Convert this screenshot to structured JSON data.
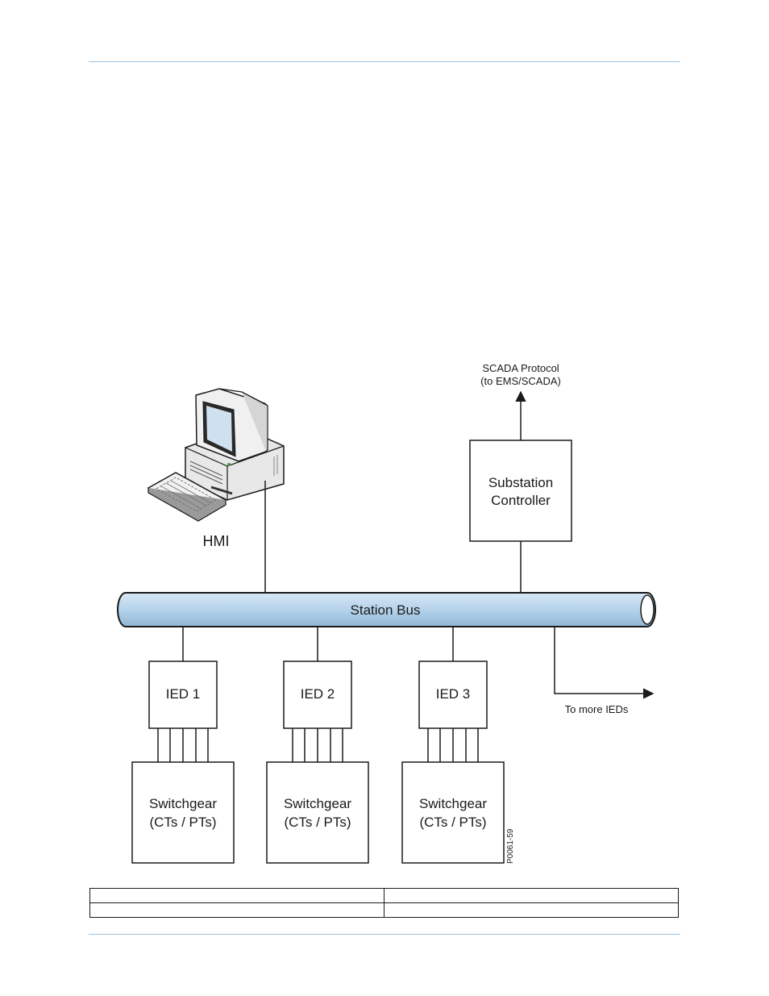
{
  "diagram": {
    "scada_line1": "SCADA Protocol",
    "scada_line2": "(to EMS/SCADA)",
    "controller_line1": "Substation",
    "controller_line2": "Controller",
    "hmi_label": "HMI",
    "bus_label": "Station Bus",
    "ieds": [
      {
        "label": "IED 1",
        "switchgear_line1": "Switchgear",
        "switchgear_line2": "(CTs / PTs)"
      },
      {
        "label": "IED 2",
        "switchgear_line1": "Switchgear",
        "switchgear_line2": "(CTs / PTs)"
      },
      {
        "label": "IED 3",
        "switchgear_line1": "Switchgear",
        "switchgear_line2": "(CTs / PTs)"
      }
    ],
    "more_ieds_label": "To more IEDs",
    "figure_code": "P0061-59"
  },
  "table": {
    "rows": [
      [
        "",
        ""
      ],
      [
        "",
        ""
      ]
    ]
  },
  "colors": {
    "rule": "#9fbfdc",
    "bus_fill": "#b5d3ea",
    "bus_stroke": "#1a1a1a",
    "computer_body": "#e8e8e8",
    "screen": "#cfe0ee"
  }
}
